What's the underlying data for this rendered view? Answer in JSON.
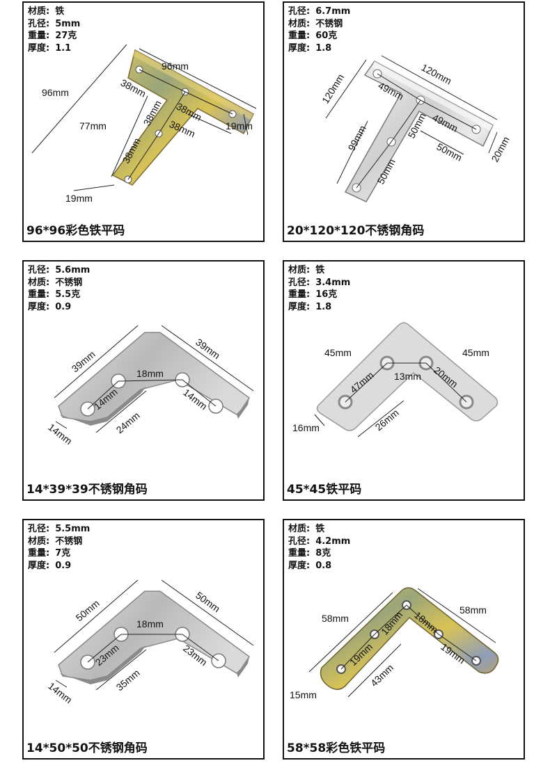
{
  "cards": [
    {
      "specs": [
        {
          "key": "材质:",
          "value": "铁"
        },
        {
          "key": "孔径:",
          "value": "5mm"
        },
        {
          "key": "重量:",
          "value": "27克"
        },
        {
          "key": "厚度:",
          "value": "1.1"
        }
      ],
      "dims": [
        "96mm",
        "96mm",
        "38mm",
        "38mm",
        "38mm",
        "38mm",
        "38mm",
        "77mm",
        "19mm",
        "19mm"
      ],
      "caption": "96*96彩色铁平码"
    },
    {
      "specs": [
        {
          "key": "孔径:",
          "value": "6.7mm"
        },
        {
          "key": "材质:",
          "value": "不锈钢"
        },
        {
          "key": "重量:",
          "value": "60克"
        },
        {
          "key": "厚度:",
          "value": "1.8"
        }
      ],
      "dims": [
        "120mm",
        "120mm",
        "49mm",
        "49mm",
        "50mm",
        "50mm",
        "50mm",
        "99mm",
        "20mm"
      ],
      "caption": "20*120*120不锈钢角码"
    },
    {
      "specs": [
        {
          "key": "孔径:",
          "value": "5.6mm"
        },
        {
          "key": "材质:",
          "value": "不锈钢"
        },
        {
          "key": "重量:",
          "value": "5.5克"
        },
        {
          "key": "厚度:",
          "value": "0.9"
        }
      ],
      "dims": [
        "39mm",
        "39mm",
        "18mm",
        "14mm",
        "14mm",
        "24mm",
        "14mm"
      ],
      "caption": "14*39*39不锈钢角码"
    },
    {
      "specs": [
        {
          "key": "材质:",
          "value": "铁"
        },
        {
          "key": "孔径:",
          "value": "3.4mm"
        },
        {
          "key": "重量:",
          "value": "16克"
        },
        {
          "key": "厚度:",
          "value": "1.8"
        }
      ],
      "dims": [
        "45mm",
        "45mm",
        "47mm",
        "13mm",
        "20mm",
        "26mm",
        "16mm"
      ],
      "caption": "45*45铁平码"
    },
    {
      "specs": [
        {
          "key": "孔径:",
          "value": "5.5mm"
        },
        {
          "key": "材质:",
          "value": "不锈钢"
        },
        {
          "key": "重量:",
          "value": "7克"
        },
        {
          "key": "厚度:",
          "value": "0.9"
        }
      ],
      "dims": [
        "50mm",
        "50mm",
        "18mm",
        "23mm",
        "23mm",
        "35mm",
        "14mm"
      ],
      "caption": "14*50*50不锈钢角码"
    },
    {
      "specs": [
        {
          "key": "材质:",
          "value": "铁"
        },
        {
          "key": "孔径:",
          "value": "4.2mm"
        },
        {
          "key": "重量:",
          "value": "8克"
        },
        {
          "key": "厚度:",
          "value": "0.8"
        }
      ],
      "dims": [
        "58mm",
        "58mm",
        "18mm",
        "18mm",
        "19mm",
        "19mm",
        "43mm",
        "15mm"
      ],
      "caption": "58*58彩色铁平码"
    }
  ],
  "colors": {
    "border": "#111111",
    "steel_light": "#e9e9e9",
    "steel_dark": "#9a9a9a",
    "galv_yellow": "#c9b84a",
    "galv_blue": "#7d8fb0"
  }
}
